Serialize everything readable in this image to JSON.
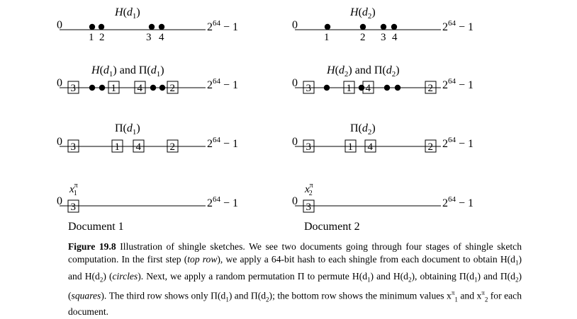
{
  "figure": {
    "left_panel": {
      "document_label": "Document 1",
      "rows": [
        {
          "title_main": "H(d",
          "title_sub": "1",
          "title_tail": ")"
        },
        {
          "title": "H(d1) and Π(d1)"
        },
        {
          "title": "Π(d1)"
        },
        {
          "title": "x1π"
        }
      ],
      "row1_labels": [
        "1",
        "2",
        "3",
        "4"
      ],
      "row2_squares": [
        "3",
        "1",
        "4",
        "2"
      ],
      "row3_squares": [
        "3",
        "1",
        "4",
        "2"
      ],
      "row4_squares": [
        "3"
      ]
    },
    "right_panel": {
      "document_label": "Document 2",
      "rows": [
        {
          "title": "H(d2)"
        },
        {
          "title": "H(d2) and Π(d2)"
        },
        {
          "title": "Π(d2)"
        },
        {
          "title": "x2π"
        }
      ],
      "row1_labels": [
        "1",
        "2",
        "3",
        "4"
      ],
      "row2_squares": [
        "3",
        "1",
        "4",
        "2"
      ],
      "row3_squares": [
        "3",
        "1",
        "4",
        "2"
      ],
      "row4_squares": [
        "3"
      ]
    },
    "axis_start": "0",
    "axis_end": "2",
    "axis_end_exp": "64",
    "axis_end_tail": " − 1"
  },
  "caption": {
    "label": "Figure 19.8",
    "text_parts": [
      "Illustration of shingle sketches. We see two documents going through four stages of shingle sketch computation. In the first step (",
      "top row",
      "), we apply a 64-bit hash to each shingle from each document to obtain H(d",
      ") and H(d",
      ") (",
      "circles",
      "). Next, we apply a random permutation Π to permute H(d",
      ") and H(d",
      "), obtaining Π(d",
      ") and Π(d",
      ") (",
      "squares",
      "). The third row shows only Π(d",
      ") and Π(d",
      "); the bottom row shows the minimum values x",
      " and x",
      " for each document."
    ]
  }
}
